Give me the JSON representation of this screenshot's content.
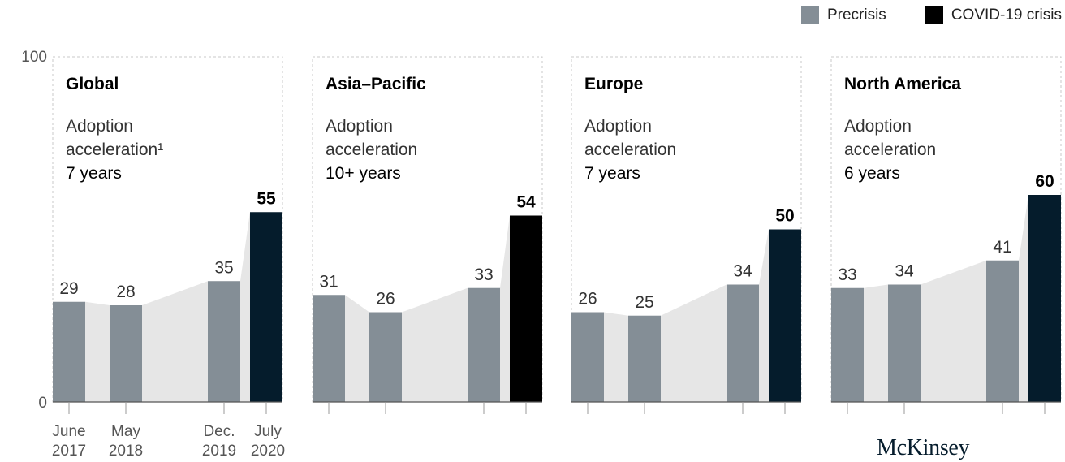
{
  "legend": [
    {
      "label": "Precrisis",
      "color": "#848e96"
    },
    {
      "label": "COVID-19 crisis",
      "color": "#000000"
    }
  ],
  "brand": "McKinsey",
  "colors": {
    "precrisis": "#848e96",
    "crisis_dark_navy": "#051c2c",
    "crisis_black": "#000000",
    "fill": "#e6e6e6"
  },
  "chart_data": {
    "type": "bar",
    "ylim": [
      0,
      100
    ],
    "ytick_labels": [
      "0",
      "100"
    ],
    "categories": [
      {
        "month": "June",
        "year": "2017"
      },
      {
        "month": "May",
        "year": "2018"
      },
      {
        "month": "Dec.",
        "year": "2019"
      },
      {
        "month": "July",
        "year": "2020"
      }
    ],
    "panels": [
      {
        "title": "Global",
        "subtitle": [
          "Adoption",
          "acceleration¹"
        ],
        "highlight": "7 years",
        "values": [
          29,
          28,
          35,
          55
        ],
        "crisis_color": "#051c2c"
      },
      {
        "title": "Asia–Pacific",
        "subtitle": [
          "Adoption",
          "acceleration"
        ],
        "highlight": "10+ years",
        "values": [
          31,
          26,
          33,
          54
        ],
        "crisis_color": "#000000"
      },
      {
        "title": "Europe",
        "subtitle": [
          "Adoption",
          "acceleration"
        ],
        "highlight": "7 years",
        "values": [
          26,
          25,
          34,
          50
        ],
        "crisis_color": "#051c2c"
      },
      {
        "title": "North America",
        "subtitle": [
          "Adoption",
          "acceleration"
        ],
        "highlight": "6 years",
        "values": [
          33,
          34,
          41,
          60
        ],
        "crisis_color": "#051c2c"
      }
    ]
  }
}
